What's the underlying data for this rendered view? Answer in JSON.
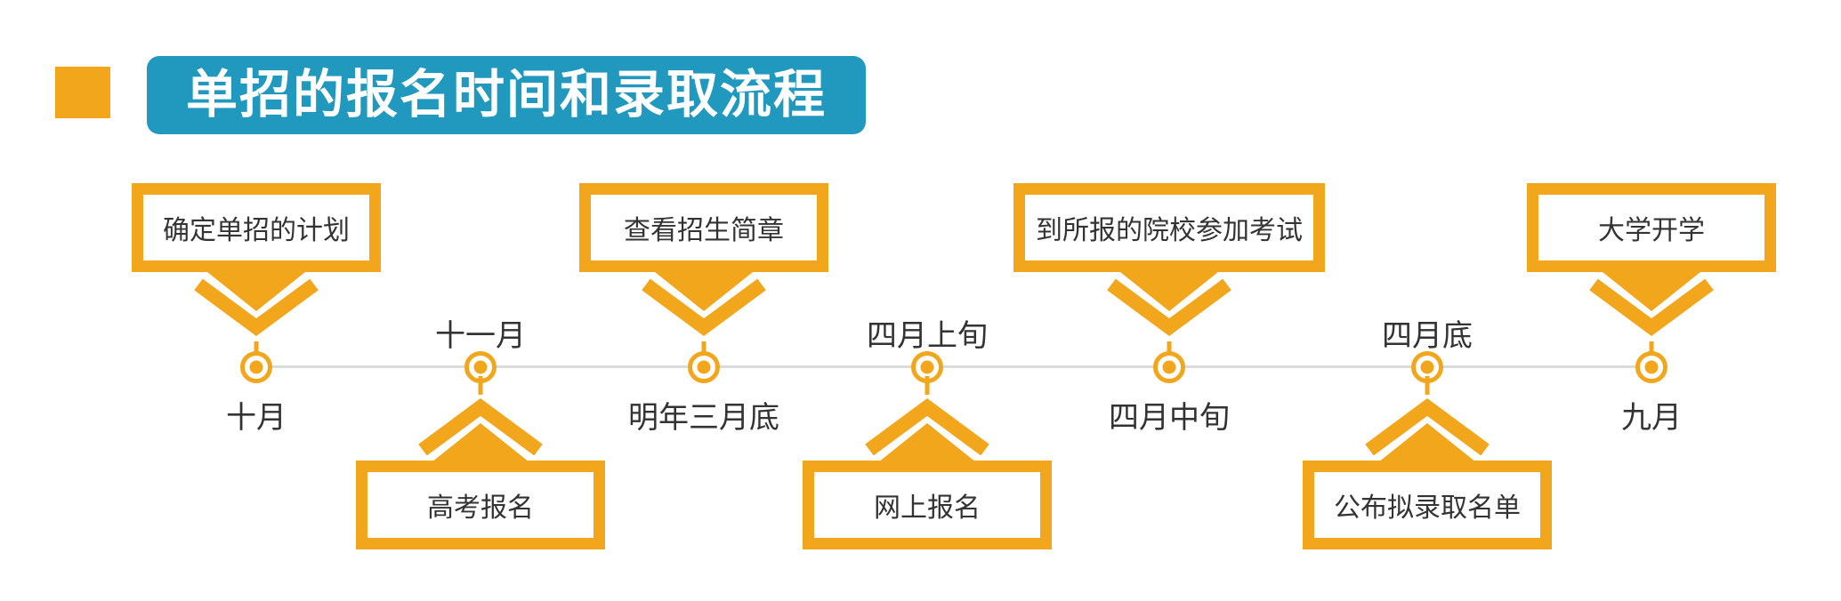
{
  "header": {
    "title": "单招的报名时间和录取流程"
  },
  "colors": {
    "accent_orange": "#F2A61C",
    "title_bg": "#2199BE",
    "title_text": "#FFFFFF",
    "timeline_line": "#DBDBDB",
    "text": "#333333"
  },
  "timeline": {
    "description": "horizontal timeline, alternating step boxes above and below the line",
    "items": [
      {
        "step": "确定单招的计划",
        "time": "十月",
        "box_position": "above",
        "time_position": "below"
      },
      {
        "step": "高考报名",
        "time": "十一月",
        "box_position": "below",
        "time_position": "above"
      },
      {
        "step": "查看招生简章",
        "time": "明年三月底",
        "box_position": "above",
        "time_position": "below"
      },
      {
        "step": "网上报名",
        "time": "四月上旬",
        "box_position": "below",
        "time_position": "above"
      },
      {
        "step": "到所报的院校参加考试",
        "time": "四月中旬",
        "box_position": "above",
        "time_position": "below"
      },
      {
        "step": "公布拟录取名单",
        "time": "四月底",
        "box_position": "below",
        "time_position": "above"
      },
      {
        "step": "大学开学",
        "time": "九月",
        "box_position": "above",
        "time_position": "below"
      }
    ]
  }
}
